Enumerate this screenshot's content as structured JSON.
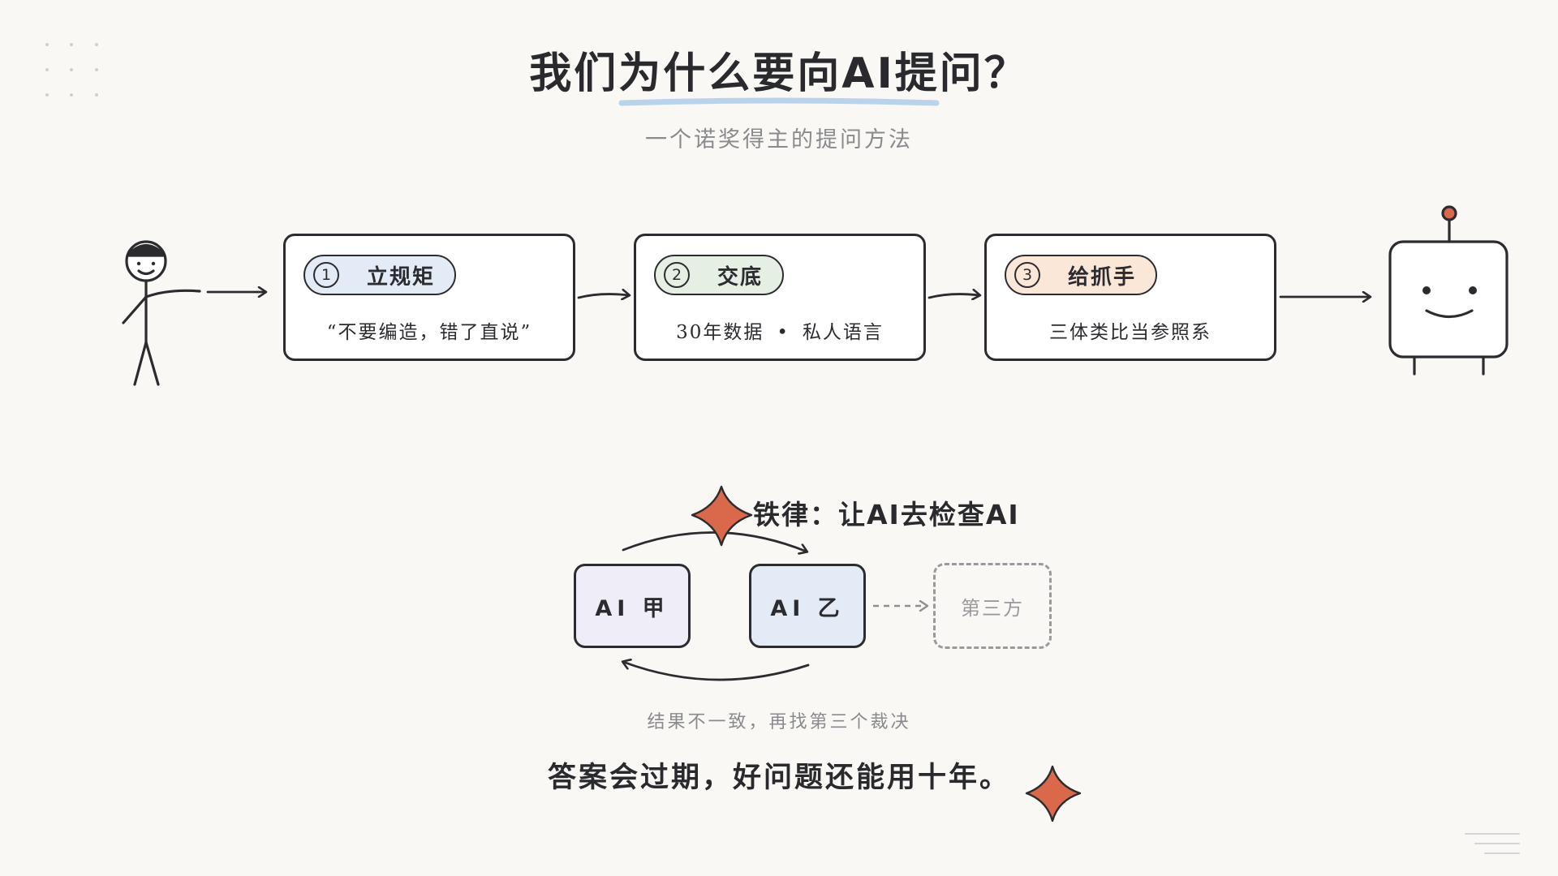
{
  "title": "我们为什么要向AI提问？",
  "subtitle": "一个诺奖得主的提问方法",
  "steps": [
    {
      "num": "1",
      "label": "立规矩",
      "desc": "“不要编造，错了直说”",
      "color": "#e3ecf6"
    },
    {
      "num": "2",
      "label": "交底",
      "desc_parts": [
        "30年数据",
        "•",
        "私人语言"
      ],
      "color": "#e6efe3"
    },
    {
      "num": "3",
      "label": "给抓手",
      "desc": "三体类比当参照系",
      "color": "#fbe7d8"
    }
  ],
  "rule": "铁律：让AI去检查AI",
  "ai_a": {
    "label": "AI 甲",
    "color": "#efedf7"
  },
  "ai_b": {
    "label": "AI 乙",
    "color": "#e3ecf6"
  },
  "third_party": "第三方",
  "note": "结果不一致，再找第三个裁决",
  "closing": "答案会过期，好问题还能用十年。",
  "colors": {
    "accent_star": "#d9694a",
    "title_underline": "#b9d3ec",
    "ink": "#2c2c30"
  },
  "icons": [
    "person-icon",
    "robot-icon",
    "star-icon"
  ]
}
